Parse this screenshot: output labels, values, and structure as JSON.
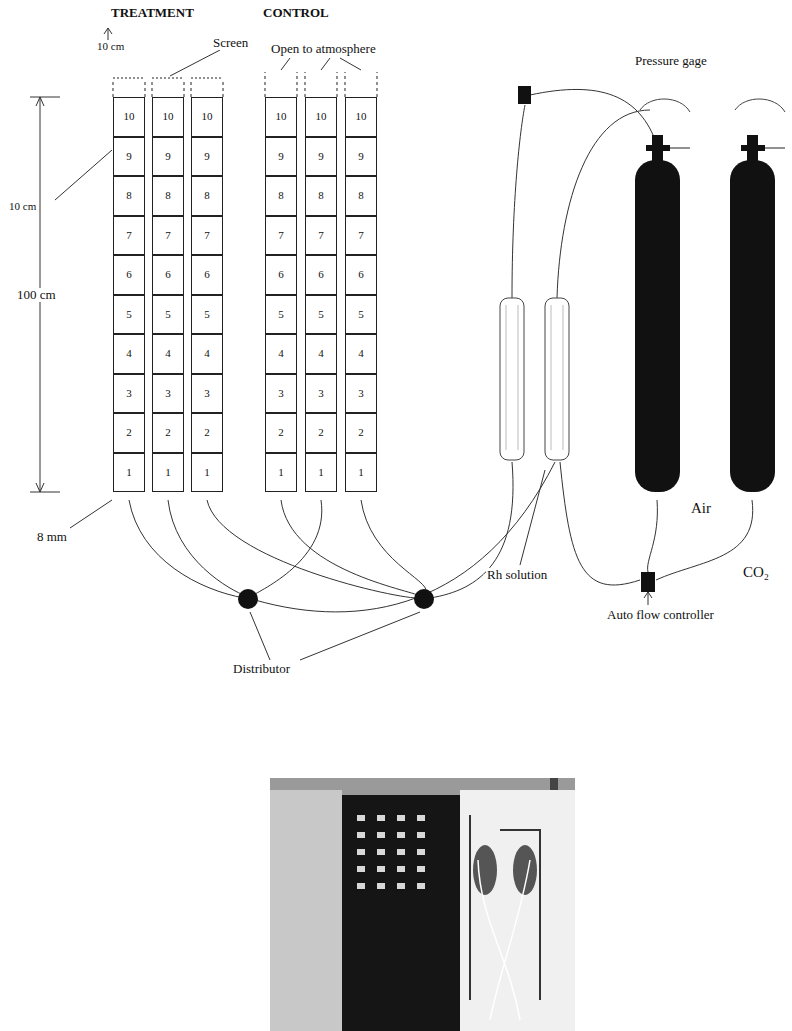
{
  "diagram": {
    "nodes": [
      {
        "text": [
          "10"
        ]
      },
      {
        "text": [
          "10"
        ]
      },
      {
        "text": [
          "10"
        ]
      },
      {
        "text": [
          "10"
        ]
      },
      {
        "text": [
          "10"
        ]
      },
      {
        "text": [
          "10"
        ]
      },
      {
        "text": [
          "9"
        ]
      },
      {
        "text": [
          "9"
        ]
      },
      {
        "text": [
          "9"
        ]
      },
      {
        "text": [
          "9"
        ]
      },
      {
        "text": [
          "9"
        ]
      },
      {
        "text": [
          "9"
        ]
      },
      {
        "text": [
          "8"
        ]
      },
      {
        "text": [
          "8"
        ]
      },
      {
        "text": [
          "8"
        ]
      },
      {
        "text": [
          "8"
        ]
      },
      {
        "text": [
          "8"
        ]
      },
      {
        "text": [
          "8"
        ]
      },
      {
        "text": [
          "7"
        ]
      },
      {
        "text": [
          "7"
        ]
      },
      {
        "text": [
          "7"
        ]
      },
      {
        "text": [
          "7"
        ]
      },
      {
        "text": [
          "7"
        ]
      },
      {
        "text": [
          "7"
        ]
      },
      {
        "text": [
          "6"
        ]
      },
      {
        "text": [
          "6"
        ]
      },
      {
        "text": [
          "6"
        ]
      },
      {
        "text": [
          "6"
        ]
      },
      {
        "text": [
          "6"
        ]
      },
      {
        "text": [
          "6"
        ]
      },
      {
        "text": [
          "5"
        ]
      },
      {
        "text": [
          "5"
        ]
      },
      {
        "text": [
          "5"
        ]
      },
      {
        "text": [
          "5"
        ]
      },
      {
        "text": [
          "5"
        ]
      },
      {
        "text": [
          "5"
        ]
      },
      {
        "text": [
          "4"
        ]
      },
      {
        "text": [
          "4"
        ]
      },
      {
        "text": [
          "4"
        ]
      },
      {
        "text": [
          "4"
        ]
      },
      {
        "text": [
          "4"
        ]
      },
      {
        "text": [
          "4"
        ]
      },
      {
        "text": [
          "3"
        ]
      },
      {
        "text": [
          "3"
        ]
      },
      {
        "text": [
          "3"
        ]
      },
      {
        "text": [
          "3"
        ]
      },
      {
        "text": [
          "3"
        ]
      },
      {
        "text": [
          "3"
        ]
      },
      {
        "text": [
          "2"
        ]
      },
      {
        "text": [
          "2"
        ]
      },
      {
        "text": [
          "2"
        ]
      },
      {
        "text": [
          "2"
        ]
      },
      {
        "text": [
          "2"
        ]
      },
      {
        "text": [
          "2"
        ]
      },
      {
        "text": [
          "1"
        ]
      },
      {
        "text": [
          "1"
        ]
      },
      {
        "text": [
          "1"
        ]
      },
      {
        "text": [
          "1"
        ]
      },
      {
        "text": [
          "1"
        ]
      },
      {
        "text": [
          "1"
        ]
      }
    ],
    "labels": [
      "TREATMENT",
      "CONTROL",
      "10 cm",
      "Screen",
      "Open to atmosphere",
      "Pressure gage",
      "10 cm",
      "100 cm",
      "8 mm",
      "Rh solution",
      "Air",
      "CO₂",
      "Distributor",
      "Auto flow controller"
    ]
  }
}
